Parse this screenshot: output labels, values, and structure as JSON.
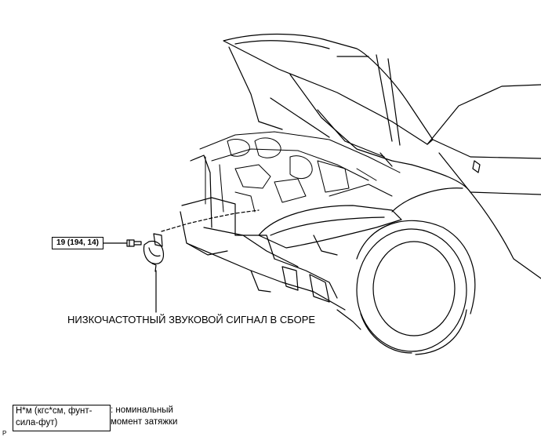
{
  "torque_callout": "19 (194, 14)",
  "part_label": "НИЗКОЧАСТОТНЫЙ ЗВУКОВОЙ СИГНАЛ В СБОРЕ",
  "legend": {
    "box_line1": "Н*м (кгс*см, фунт-",
    "box_line2": "сила-фут)",
    "desc_line1": ": номинальный",
    "desc_line2": "момент затяжки"
  },
  "page_mark": "P"
}
